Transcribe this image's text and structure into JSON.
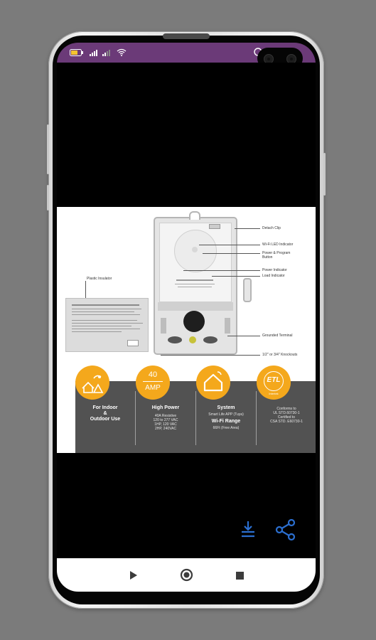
{
  "status_bar": {
    "battery_icon": "battery-icon",
    "signal_icons": [
      "signal-icon",
      "signal-icon"
    ],
    "wifi_icon": "wifi-icon",
    "status_bar_color": "#6b3a78"
  },
  "product_image": {
    "callouts": {
      "plastic_insulator": "Plastic Insulator",
      "detach_clip": "Detach Clip",
      "wifi_led": "Wi-Fi LED Indicator",
      "power_program": "Power & Program\nButton",
      "power_indicator": "Power Indicator",
      "load_indicator": "Load Indicator",
      "grounded_terminal": "Grounded Terminal",
      "knockouts": "1/2\" or 3/4\" Knockouts"
    },
    "features": [
      {
        "icon": "indoor-outdoor-icon",
        "title": "For Indoor\n&\nOutdoor Use",
        "lines": ""
      },
      {
        "icon_top": "40",
        "icon_bottom": "AMP",
        "title": "High Power",
        "lines": "40A Resistive\n120 to 277 VAC\n1HP, 120 VAC\n2HP, 240VAC"
      },
      {
        "icon": "home-icon",
        "title": "System",
        "subtitle": "Smart Life APP (Tuya)",
        "title2": "Wi-Fi Range",
        "lines": "66Ft (Free Area)"
      },
      {
        "icon": "etl-listed-icon",
        "icon_text": "ETL",
        "icon_sub": "Intertek",
        "title": "",
        "lines": "Conforms to\nUL STD.60730-1\nCertified to\nCSA STD. E60730-1"
      }
    ],
    "accent_color": "#f4a81c"
  },
  "actions": {
    "download_icon": "download-icon",
    "share_icon": "share-icon",
    "color": "#2b6fd0"
  },
  "nav": {
    "back_icon": "back-triangle-icon",
    "home_icon": "home-circle-icon",
    "recents_icon": "recents-square-icon"
  }
}
